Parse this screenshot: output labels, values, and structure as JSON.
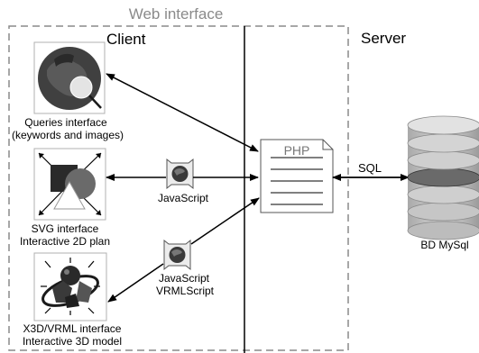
{
  "title": "Web interface",
  "client": {
    "label": "Client",
    "components": [
      {
        "line1": "Queries interface",
        "line2": "(keywords and images)"
      },
      {
        "line1": "SVG interface",
        "line2": "Interactive 2D plan"
      },
      {
        "line1": "X3D/VRML interface",
        "line2": "Interactive 3D model"
      }
    ],
    "connector1": {
      "line1": "JavaScript"
    },
    "connector2": {
      "line1": "JavaScript",
      "line2": "VRMLScript"
    }
  },
  "server": {
    "label": "Server",
    "php_label": "PHP",
    "sql_label": "SQL",
    "db_label": "BD MySql"
  },
  "colors": {
    "border": "#8a8a8a",
    "line": "#000000",
    "db_top": "#d4d4d4",
    "db_dark": "#8c8c8c",
    "db_side": "#bcbcbc",
    "globe": "#404040",
    "plugin_bg": "#ececec"
  }
}
